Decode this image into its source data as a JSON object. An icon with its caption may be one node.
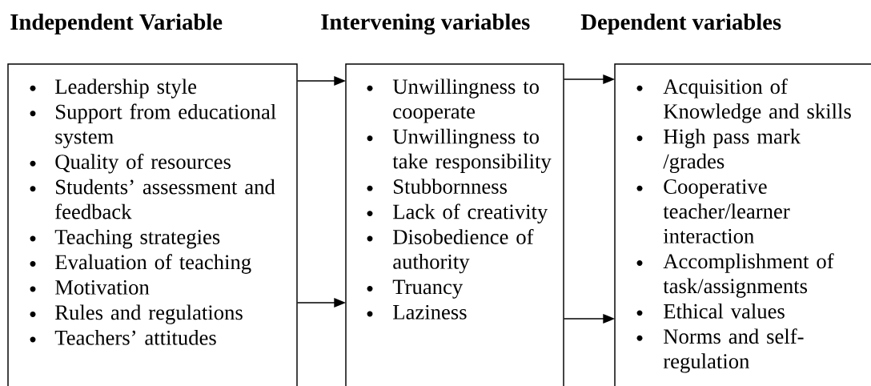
{
  "diagram": {
    "nodes": [
      {
        "text": [
          "Independent Variable",
          "Leadership style",
          "Support from educational system",
          "Quality of resources",
          "Students’ assessment and feedback",
          "Teaching strategies",
          "Evaluation of teaching",
          "Motivation",
          "Rules and regulations",
          "Teachers’ attitudes"
        ]
      },
      {
        "text": [
          "Intervening variables",
          "Unwillingness to cooperate",
          "Unwillingness to take responsibility",
          "Stubbornness",
          "Lack of creativity",
          "Disobedience of authority",
          "Truancy",
          "Laziness"
        ]
      },
      {
        "text": [
          "Dependent variables",
          "Acquisition of Knowledge and skills",
          "High pass mark /grades",
          "Cooperative teacher/learner interaction",
          "Accomplishment of task/assignments",
          "Ethical values",
          "Norms and self-regulation"
        ]
      }
    ],
    "edges": [
      {
        "from": 0,
        "to": 1,
        "arrow": "to"
      },
      {
        "from": 0,
        "to": 1,
        "arrow": "to"
      },
      {
        "from": 1,
        "to": 2,
        "arrow": "to"
      },
      {
        "from": 1,
        "to": 2,
        "arrow": "to"
      }
    ]
  }
}
